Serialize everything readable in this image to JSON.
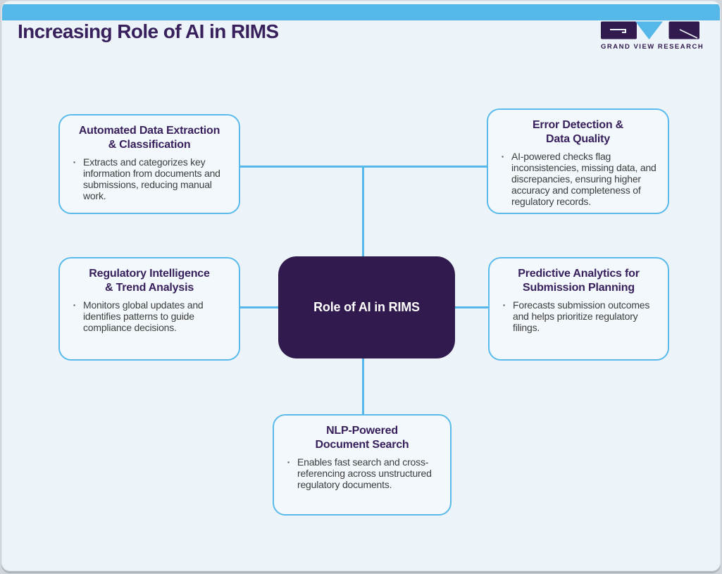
{
  "page": {
    "title": "Increasing Role of AI in RIMS"
  },
  "logo": {
    "name": "Grand View Research",
    "wordmark": "GRAND VIEW RESEARCH"
  },
  "diagram": {
    "bullet_glyph": "·",
    "center": {
      "label": "Role of AI in RIMS"
    },
    "nodes": [
      {
        "title": "Automated Data Extraction\n& Classification",
        "description": "Extracts and categorizes key information from documents and submissions, reducing manual work."
      },
      {
        "title": "Error Detection &\nData Quality",
        "description": "AI-powered checks flag inconsistencies, missing data, and discrepancies, ensuring higher accuracy and completeness of regulatory records."
      },
      {
        "title": "Regulatory Intelligence\n& Trend Analysis",
        "description": "Monitors global updates and identifies patterns to guide compliance decisions."
      },
      {
        "title": "Predictive Analytics for\nSubmission Planning",
        "description": "Forecasts submission outcomes and helps prioritize regulatory filings."
      },
      {
        "title": "NLP-Powered\nDocument Search",
        "description": "Enables fast search and cross-referencing across unstructured regulatory documents."
      }
    ]
  },
  "colors": {
    "accent_blue": "#55b8e9",
    "brand_purple": "#38205c",
    "center_fill": "#311a4d",
    "body_text": "#3d3d3d",
    "canvas": "#edf4f9"
  }
}
